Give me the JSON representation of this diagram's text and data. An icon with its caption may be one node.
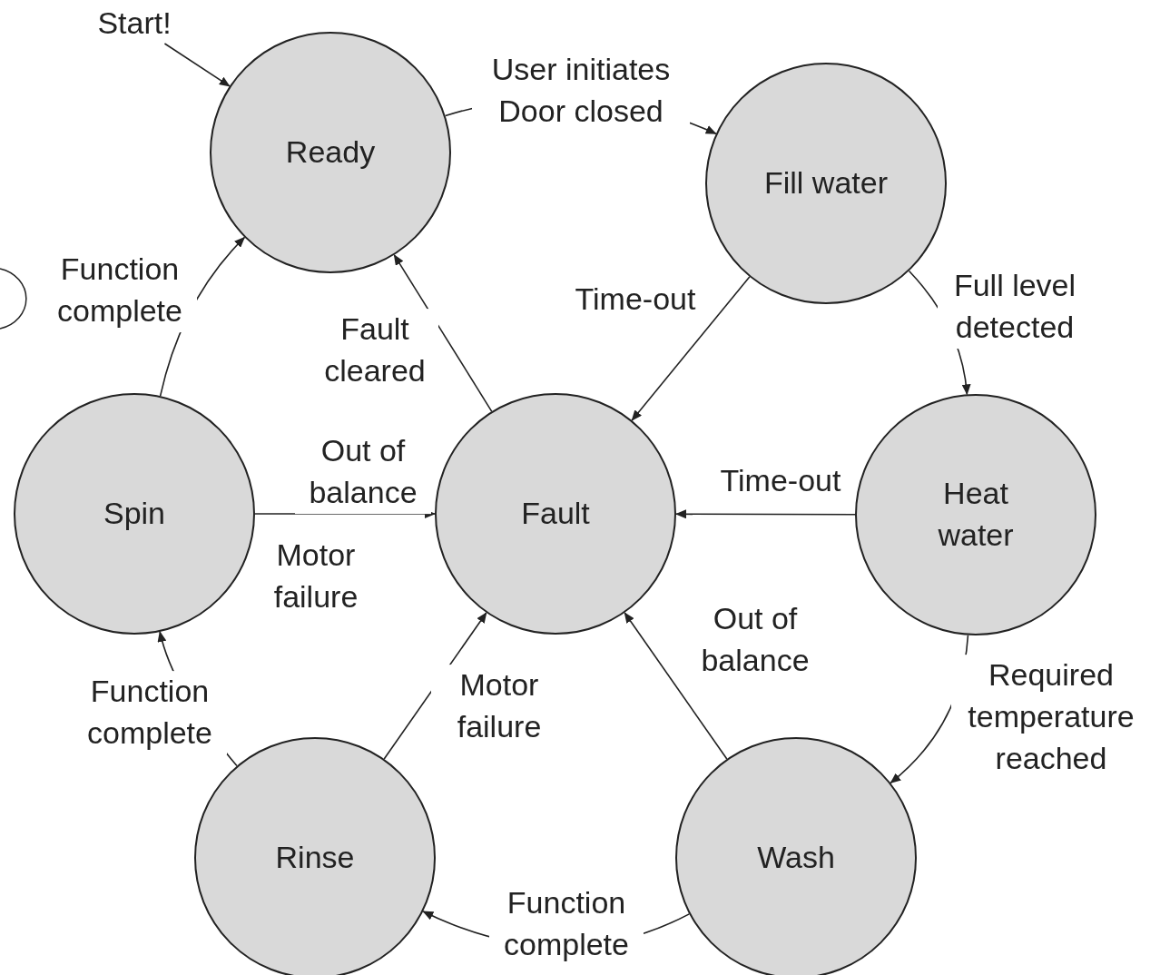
{
  "diagram": {
    "nodes": [
      {
        "text": [
          "Ready"
        ]
      },
      {
        "text": [
          "Fill water"
        ]
      },
      {
        "text": [
          "Heat water"
        ]
      },
      {
        "text": [
          "Wash"
        ]
      },
      {
        "text": [
          "Rinse"
        ]
      },
      {
        "text": [
          "Spin"
        ]
      },
      {
        "text": [
          "Fault"
        ]
      },
      {
        "text": [
          "Start!"
        ]
      }
    ],
    "edges": [
      {
        "from": 7,
        "to": 0,
        "arrow": "to"
      },
      {
        "from": 0,
        "to": 1,
        "arrow": "to",
        "label": "User initiates Door closed"
      },
      {
        "from": 1,
        "to": 2,
        "arrow": "to",
        "label": "Full level detected"
      },
      {
        "from": 2,
        "to": 3,
        "arrow": "to",
        "label": "Required temperature reached"
      },
      {
        "from": 3,
        "to": 4,
        "arrow": "to",
        "label": "Function complete"
      },
      {
        "from": 4,
        "to": 5,
        "arrow": "to",
        "label": "Function complete"
      },
      {
        "from": 5,
        "to": 0,
        "arrow": "to",
        "label": "Function complete"
      },
      {
        "from": 1,
        "to": 6,
        "arrow": "to",
        "label": "Time-out"
      },
      {
        "from": 2,
        "to": 6,
        "arrow": "to",
        "label": "Time-out"
      },
      {
        "from": 5,
        "to": 6,
        "arrow": "to",
        "label": "Out of balance"
      },
      {
        "from": 4,
        "to": 6,
        "arrow": "to",
        "label": "Motor failure"
      },
      {
        "from": 3,
        "to": 6,
        "arrow": "to",
        "label": "Out of balance"
      },
      {
        "from": 6,
        "to": 0,
        "arrow": "to",
        "label": "Fault cleared"
      }
    ],
    "labels": [
      "Motor failure"
    ]
  }
}
